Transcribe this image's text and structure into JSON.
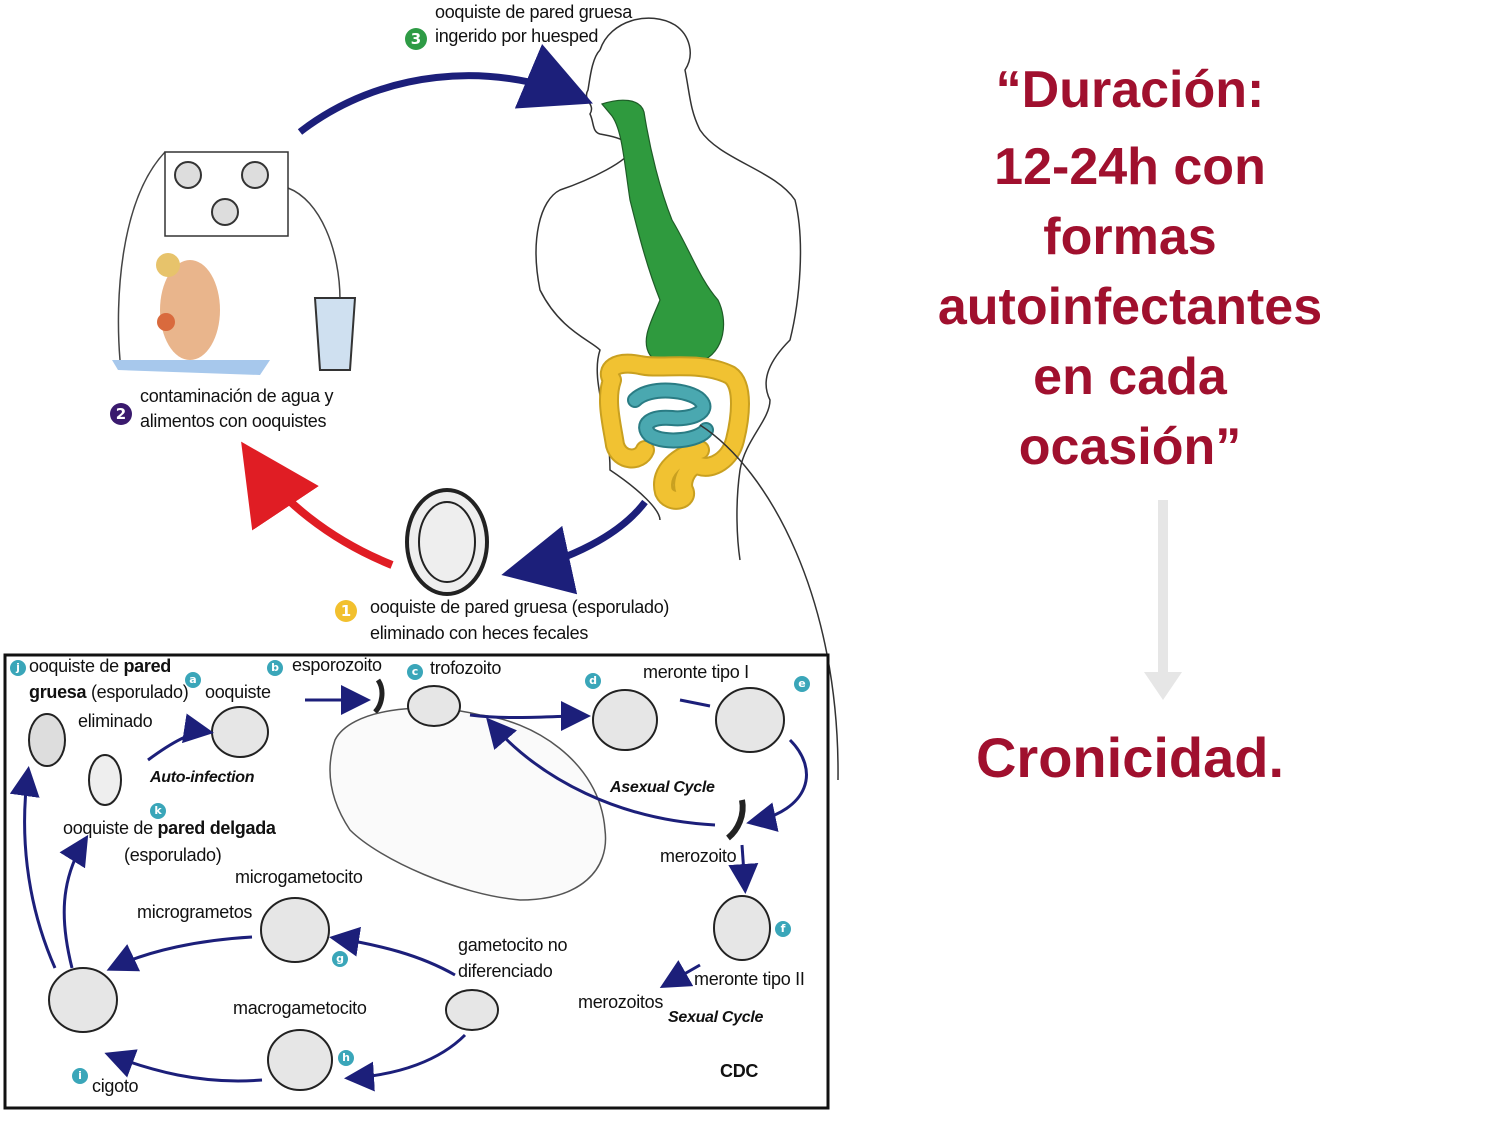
{
  "top_cycle": {
    "step3_label": [
      "ooquiste de pared gruesa",
      "ingerido por huesped"
    ],
    "step3_number": "3",
    "step2_label": [
      "contaminación de agua y",
      "alimentos con ooquistes"
    ],
    "step2_number": "2",
    "step1_label": [
      "ooquiste de pared gruesa (esporulado)",
      "eliminado con heces fecales"
    ],
    "step1_number": "1",
    "colors": {
      "step1": "#f2c02e",
      "step2": "#3a1a6e",
      "step3": "#2e9b45",
      "arrow_blue": "#1c1f7a",
      "arrow_red": "#e01d24",
      "gut_upper": "#2f9a3e",
      "gut_colon": "#f1c232",
      "gut_small": "#4aa8b0"
    }
  },
  "lower_cycle": {
    "j_label": [
      "ooquiste de",
      "pared",
      "gruesa",
      "(esporulado)",
      "eliminado"
    ],
    "a_label": "ooquiste",
    "b_label": "esporozoito",
    "c_label": "trofozoito",
    "d_label": "meronte tipo I",
    "autoinfection": "Auto-infection",
    "k_label": [
      "ooquiste de",
      "pared delgada",
      "(esporulado)"
    ],
    "asexual_cycle": "Asexual Cycle",
    "merozoito": "merozoito",
    "microgametocito": "microgametocito",
    "microgrametos": "microgrametos",
    "gametocito": [
      "gametocito no",
      "diferenciado"
    ],
    "meronte_tipo_ii": "meronte tipo II",
    "merozoitos": "merozoitos",
    "sexual_cycle": "Sexual Cycle",
    "macrogametocito": "macrogametocito",
    "cigoto": "cigoto",
    "source": "CDC",
    "letters": {
      "j": "j",
      "a": "a",
      "b": "b",
      "c": "c",
      "d": "d",
      "e": "e",
      "k": "k",
      "f": "f",
      "g": "g",
      "h": "h",
      "i": "i"
    }
  },
  "slide_text": {
    "heading": "“Duración:",
    "body": [
      "12-24h con",
      "formas",
      "autoinfectantes",
      "en cada",
      "ocasión”"
    ],
    "conclusion": "Cronicidad."
  }
}
